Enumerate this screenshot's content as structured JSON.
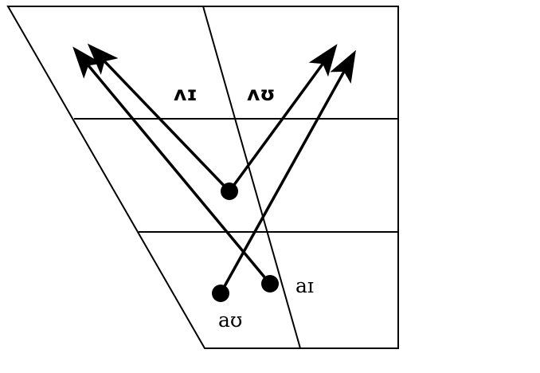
{
  "diagram": {
    "labels": {
      "ai_start": "aɪ",
      "au_start": "aʊ",
      "ai_end": "ʌɪ",
      "au_end": "ʌʊ"
    },
    "colors": {
      "ink": "#000000",
      "background": "#ffffff"
    }
  }
}
